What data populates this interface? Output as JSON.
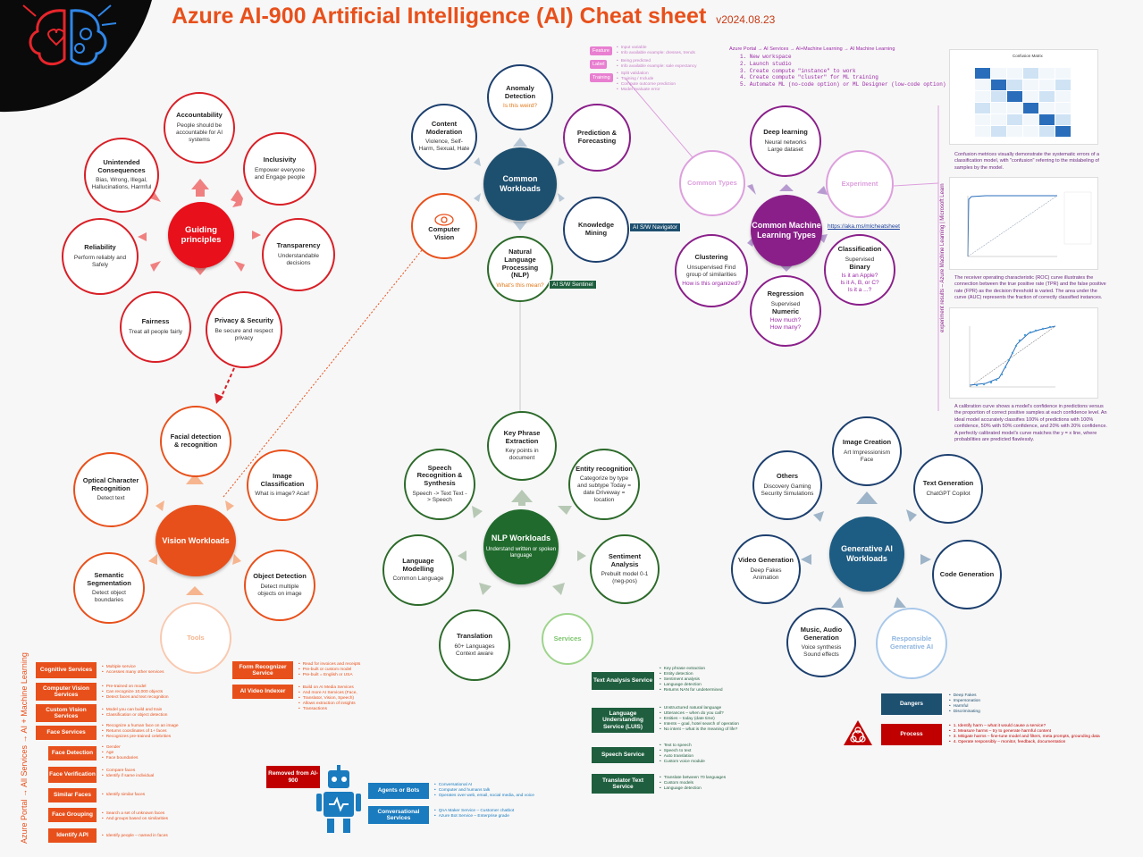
{
  "header": {
    "title": "Azure AI-900 Artificial Intelligence (AI) Cheat sheet",
    "version": "v2024.08.23"
  },
  "guiding": {
    "hub": {
      "label": "Guiding principles"
    },
    "nodes": [
      {
        "title": "Accountability",
        "desc": "People should be accountable for AI systems"
      },
      {
        "title": "Inclusivity",
        "desc": "Empower everyone and Engage people"
      },
      {
        "title": "Transparency",
        "desc": "Understandable decisions"
      },
      {
        "title": "Privacy & Security",
        "desc": "Be secure and respect privacy"
      },
      {
        "title": "Fairness",
        "desc": "Treat all people fairly"
      },
      {
        "title": "Reliability",
        "desc": "Perform reliably and Safely"
      },
      {
        "title": "Unintended Consequences",
        "desc": "Bias, Wrong, Illegal, Hallucinations, Harmful"
      }
    ]
  },
  "common_workloads": {
    "hub": {
      "label": "Common Workloads"
    },
    "nodes": [
      {
        "title": "Anomaly Detection",
        "q": "Is this weird?"
      },
      {
        "title": "Prediction & Forecasting",
        "q": ""
      },
      {
        "title": "Knowledge Mining",
        "q": ""
      },
      {
        "title": "Natural Language Processing (NLP)",
        "q": "What's this mean?"
      },
      {
        "title": "Computer Vision",
        "q": ""
      },
      {
        "title": "Content Moderation",
        "desc": "Violence, Self-Harm, Sexual, Hate"
      }
    ],
    "tags": {
      "navigator": "AI S/W Navigator",
      "sentinel": "AI S/W Sentinel"
    }
  },
  "ml_types": {
    "hub": {
      "label": "Common Machine Learning Types"
    },
    "nodes": [
      {
        "title": "Deep learning",
        "desc": "Neural networks Large dataset"
      },
      {
        "title": "Experiment",
        "desc": ""
      },
      {
        "title": "Classification",
        "desc": "Supervised",
        "sub": "Binary",
        "q1": "Is it an Apple?",
        "q2": "Is it A, B, or C?",
        "q3": "Is it a ...?"
      },
      {
        "title": "Regression",
        "desc": "Supervised",
        "sub": "Numeric",
        "q1": "How much?",
        "q2": "How many?"
      },
      {
        "title": "Clustering",
        "desc": "Unsupervised Find group of similarities",
        "q1": "How is this organized?"
      },
      {
        "title": "Common Types",
        "desc": ""
      }
    ],
    "link": "https://aka.ms/mlcheatsheet"
  },
  "ml_legend": {
    "feature": {
      "tag": "Feature",
      "lines": [
        "Input variable",
        "Info available example: dresses, trends"
      ]
    },
    "label": {
      "tag": "Label",
      "lines": [
        "Being predicted",
        "Info available example: sale expectancy"
      ]
    },
    "training": {
      "tag": "Training",
      "lines": [
        "Split validation",
        "Training / Include",
        "Compute outcome prediction",
        "Model evaluate error"
      ]
    }
  },
  "portal_steps": {
    "path": "Azure Portal → AI Services → AI+Machine Learning → AI Machine Learning",
    "steps": [
      "1.  New workspace",
      "2.  Launch studio",
      "3.  Create compute \"instance\" to work",
      "4.  Create compute \"cluster\" for ML training",
      "5.  Automate ML (no-code option) or ML Designer (low-code option)"
    ]
  },
  "charts_notes": {
    "confusion_title": "Confusion Matrix",
    "confusion": "Confusion metrices visually demonstrate the systematic errors of a classification model, with \"confusion\" referring to the mislabeling of samples by the model.",
    "roc": "The receiver operating characteristic (ROC) curve illustrates the connection between the true positive rate (TPR) and the false positive rate (FPR) as the decision threshold is varied. The area under the curve (AUC) represents the fraction of correctly classified instances.",
    "calibration": "A calibration curve shows a model's confidence in predictions versus the proportion of correct positive samples at each confidence level. An ideal model accurately classifies 100% of predictions with 100% confidence, 50% with 50% confidence, and 20% with 20% confidence. A perfectly calibrated model's curve matches the y = x line, where probabilities are predicted flawlessly.",
    "side": "experiment results – Azure Machine Learning | Microsoft Learn"
  },
  "vision": {
    "hub": {
      "label": "Vision Workloads"
    },
    "nodes": [
      {
        "title": "Facial detection & recognition",
        "desc": ""
      },
      {
        "title": "Image Classification",
        "desc": "What is image? Acar!"
      },
      {
        "title": "Object Detection",
        "desc": "Detect multiple objects on image"
      },
      {
        "title": "Tools",
        "desc": ""
      },
      {
        "title": "Semantic Segmentation",
        "desc": "Detect object boundaries"
      },
      {
        "title": "Optical Character Recognition",
        "desc": "Detect text"
      }
    ]
  },
  "nlp": {
    "hub": {
      "label": "NLP Workloads",
      "sub": "Understand written or spoken language"
    },
    "nodes": [
      {
        "title": "Key Phrase Extraction",
        "desc": "Key points in document"
      },
      {
        "title": "Entity recognition",
        "desc": "Categorize by type and subtype Today = date Driveway = location"
      },
      {
        "title": "Sentiment Analysis",
        "desc": "Prebuilt model 0-1 (neg-pos)"
      },
      {
        "title": "Services",
        "desc": ""
      },
      {
        "title": "Translation",
        "desc": "60+ Languages Context aware"
      },
      {
        "title": "Language Modelling",
        "desc": "Common Language"
      },
      {
        "title": "Speech Recognition & Synthesis",
        "desc": "Speech -> Text Text -> Speech"
      }
    ]
  },
  "genai": {
    "hub": {
      "label": "Generative AI Workloads"
    },
    "nodes": [
      {
        "title": "Image Creation",
        "desc": "Art Impressionism Face"
      },
      {
        "title": "Text Generation",
        "desc": "ChatGPT Copilot"
      },
      {
        "title": "Code Generation",
        "desc": ""
      },
      {
        "title": "Responsible Generative AI",
        "desc": ""
      },
      {
        "title": "Music, Audio Generation",
        "desc": "Voice synthesis Sound effects"
      },
      {
        "title": "Video Generation",
        "desc": "Deep Fakes Animation"
      },
      {
        "title": "Others",
        "desc": "Discovery Gaming Security Simulations"
      }
    ]
  },
  "vision_services": {
    "side_label": "Azure Portal → All Services → AI + Machine Learning",
    "cognitive": {
      "label": "Cognitive Services",
      "lines": [
        "Multiple service",
        "Accesses many other services"
      ]
    },
    "computer_vision": {
      "label": "Computer Vision Services",
      "lines": [
        "Pre-trained on model",
        "Can recognize 10,000 objects",
        "Detect faces and text recognition"
      ]
    },
    "custom_vision": {
      "label": "Custom Vision Services",
      "lines": [
        "Model you can build and train",
        "Classification or object detection"
      ]
    },
    "face": {
      "label": "Face Services",
      "lines": [
        "Recognize a human face on an image",
        "Returns coordinates of 1+ faces",
        "Recognizes pre-trained celebrities"
      ]
    },
    "face_detection": {
      "label": "Face Detection",
      "lines": [
        "Gender",
        "Age",
        "Face boundaries"
      ]
    },
    "face_verification": {
      "label": "Face Verification",
      "lines": [
        "Compare faces",
        "Identify if same individual"
      ]
    },
    "similar_faces": {
      "label": "Similar Faces",
      "lines": [
        "Identify similar faces"
      ]
    },
    "face_grouping": {
      "label": "Face Grouping",
      "lines": [
        "Search a set of unknown faces",
        "And groups based on similarities"
      ]
    },
    "identify_api": {
      "label": "Identify API",
      "lines": [
        "Identify people – named in faces"
      ]
    },
    "form": {
      "label": "Form Recognizer Service",
      "lines": [
        "Read for invoices and receipts",
        "Pre-built or custom model",
        "Pre-built = English or USA"
      ]
    },
    "video": {
      "label": "AI Video Indexer",
      "lines": [
        "Build on AI Media Services",
        "And more AI Services (Face,",
        "Translator, Vision, Speech)",
        "Allows extraction of insights",
        "Transactions"
      ]
    },
    "removed": "Removed from AI-900"
  },
  "agents": {
    "agents": {
      "label": "Agents or Bots",
      "lines": [
        "Conversational AI",
        "Computer and humans talk",
        "Operates over web, email, social media, and voice"
      ]
    },
    "conv": {
      "label": "Conversational Services",
      "lines": [
        "QnA Maker Service – Customer chatbot",
        "Azure Bot Service – Enterprise grade"
      ]
    }
  },
  "nlp_services": {
    "text": {
      "label": "Text Analysis Service",
      "lines": [
        "Key phrase extraction",
        "Entity detection",
        "Sentiment analysis",
        "Language detection",
        "Returns NAN for undetermined"
      ]
    },
    "luis": {
      "label": "Language Understanding Service (LUIS)",
      "lines": [
        "Unstructured natural language",
        "Utterances – when do you call?",
        "Entities – today (date time)",
        "Intents – goal, hotel search of operation",
        "No intent – what is the meaning of life?"
      ]
    },
    "speech": {
      "label": "Speech Service",
      "lines": [
        "Text to speech",
        "Speech to text",
        "Auto translation",
        "Custom voice module"
      ]
    },
    "translator": {
      "label": "Translator Text Service",
      "lines": [
        "Translate between 70 languages",
        "Custom models",
        "Language detection"
      ]
    }
  },
  "dangers": {
    "dangers": {
      "label": "Dangers",
      "lines": [
        "Deep Fakes",
        "Impersonation",
        "Harmful",
        "Discriminating"
      ]
    },
    "process": {
      "label": "Process",
      "lines": [
        "1. Identify harm – what it would cause a service?",
        "2. Measure harms – try to generate harmful content",
        "3. Mitigate harms – fine-tune model and filters, meta prompts, grounding data",
        "4. Operate responsibly – monitor, feedback, documentation"
      ]
    }
  },
  "colors": {
    "red": "#d81f26",
    "navy": "#1d4f6f",
    "purple": "#8a1f8a",
    "orange": "#e8501b",
    "green": "#1f5f3f"
  }
}
